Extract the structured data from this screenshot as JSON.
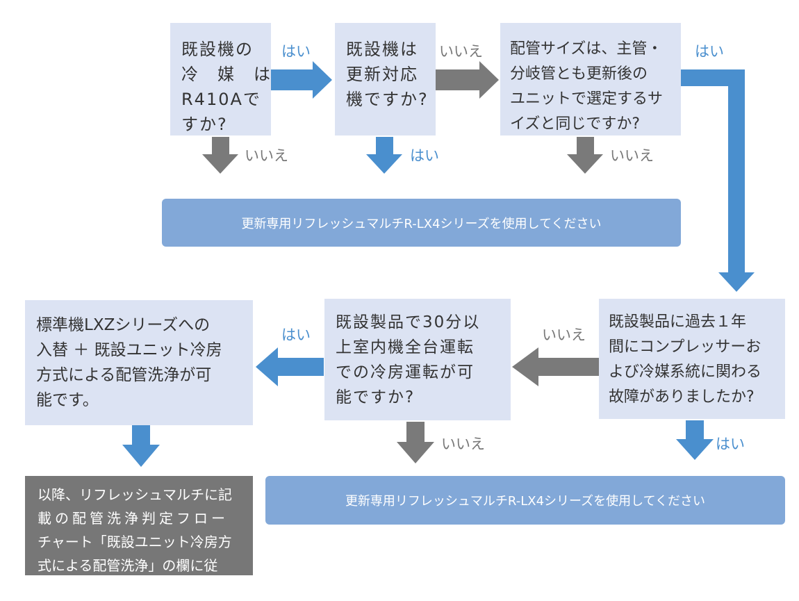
{
  "colors": {
    "box": "#dce3f3",
    "yes": "#4a8fce",
    "no": "#7a7a7a",
    "banner": "#82a8d8",
    "note": "#777777"
  },
  "q1": [
    "既設機の",
    "冷　媒　は",
    "R410Aで",
    "すか?"
  ],
  "q2": [
    "既設機は",
    "更新対応",
    "機ですか?"
  ],
  "q3": [
    "配管サイズは、主管・",
    "分岐管とも更新後の",
    "ユニットで選定するサ",
    "イズと同じですか?"
  ],
  "q4": [
    "既設製品に過去１年",
    "間にコンプレッサーお",
    "よび冷媒系統に関わる",
    "故障がありましたか?"
  ],
  "q5": [
    "既設製品で30分以",
    "上室内機全台運転",
    "での冷房運転が可",
    "能ですか?"
  ],
  "result_std": [
    "標準機LXZシリーズへの",
    "入替 ＋ 既設ユニット冷房",
    "方式による配管洗浄が可",
    "能です。"
  ],
  "note": [
    "以降、リフレッシュマルチに記",
    "載の配管洗浄判定フロー",
    "チャート「既設ユニット冷房方",
    "式による配管洗浄」の欄に従"
  ],
  "banner1": "更新専用リフレッシュマルチR-LX4シリーズを使用してください",
  "banner2": "更新専用リフレッシュマルチR-LX4シリーズを使用してください",
  "labels": {
    "q1_yes": "はい",
    "q1_no": "いいえ",
    "q2_yes": "はい",
    "q2_no": "いいえ",
    "q3_yes": "はい",
    "q3_no": "いいえ",
    "q4_yes": "はい",
    "q4_no": "いいえ",
    "q5_yes": "はい",
    "q5_no": "いいえ"
  }
}
